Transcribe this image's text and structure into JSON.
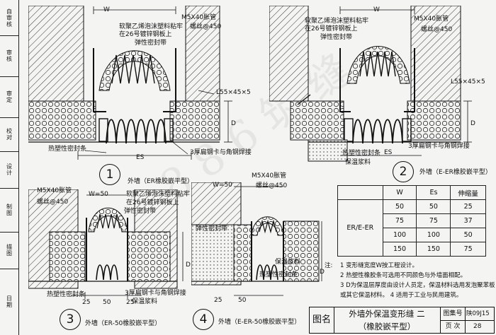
{
  "side_strip": [
    "自审核",
    "审核",
    "审定",
    "校对",
    "设计",
    "制图",
    "描图",
    "日期"
  ],
  "common": {
    "bolt": "M5X40胀管",
    "screw": "螺丝@450",
    "foam": "软聚乙烯泡沫塑料粘牢",
    "steel": "在26号镀锌钢板上",
    "elastic_strip": "弹性密封带",
    "angle": "L55×45×5",
    "sealant": "热塑性密封条",
    "flat_steel": "3厚扁钢卡与角钢焊接",
    "insulation": "保温浆料",
    "W": "W",
    "Es": "ES",
    "D": "D"
  },
  "detail1": {
    "num": "1",
    "caption": "外墙（ER橡胶嵌平型）"
  },
  "detail2": {
    "num": "2",
    "caption": "外墙（E-ER橡胶嵌平型）"
  },
  "detail3": {
    "num": "3",
    "caption": "外墙（ER-50橡胶嵌平型）",
    "w50": "W=50",
    "dims": [
      "25",
      "50",
      "25"
    ]
  },
  "detail4": {
    "num": "4",
    "caption": "外墙（E-ER-50橡胶嵌平型）",
    "w50": "W=50",
    "dims": [
      "25",
      "50"
    ]
  },
  "table": {
    "headers": [
      "W",
      "Es",
      "伸缩量"
    ],
    "row_label": "ER/E-ER",
    "rows": [
      [
        "50",
        "50",
        "25"
      ],
      [
        "75",
        "75",
        "37"
      ],
      [
        "100",
        "100",
        "50"
      ],
      [
        "150",
        "150",
        "75"
      ]
    ]
  },
  "notes": {
    "label": "注:",
    "items": [
      "1 变形缝宽度W按工程设计。",
      "2 热塑性橡胶条可选用不同颜色与外墙面相配。",
      "3 D为保温层厚度由设计人员定，保温材料选用发泡聚苯板",
      "  或其它保温材料。    4 适用于工业与民用建筑。"
    ]
  },
  "titleblock": {
    "figname_label": "图名",
    "title1": "外墙外保温变形缝 二",
    "title2": "（橡胶嵌平型）",
    "atlas_label": "图集号",
    "atlas_value": "陕09J15",
    "page_label": "页 次",
    "page_value": "28"
  },
  "watermark": "1 8 8 6 筑 缝"
}
